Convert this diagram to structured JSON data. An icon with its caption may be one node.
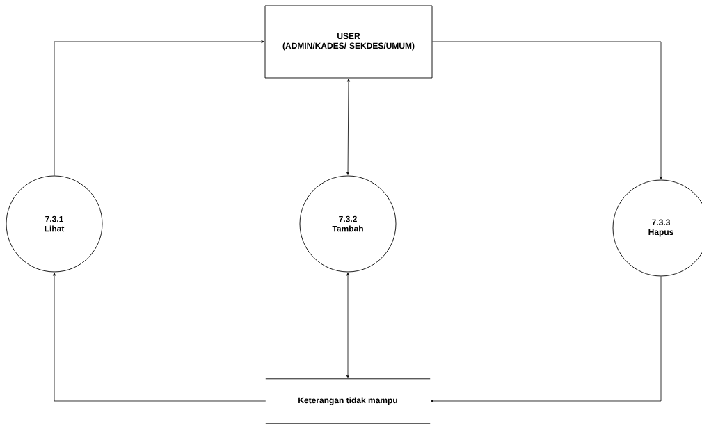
{
  "diagram": {
    "nodes": [
      {
        "text": [
          "USER",
          "(ADMIN/KADES/ SEKDES/UMUM)"
        ]
      },
      {
        "text": [
          "7.3.1",
          "Lihat"
        ]
      },
      {
        "text": [
          "7.3.2",
          "Tambah"
        ]
      },
      {
        "text": [
          "7.3.3",
          "Hapus"
        ]
      },
      {
        "text": [
          "Keterangan tidak mampu"
        ]
      }
    ],
    "edges": [
      {
        "from": 1,
        "to": 0,
        "arrow": "to"
      },
      {
        "from": 0,
        "to": 2,
        "arrow": "both"
      },
      {
        "from": 0,
        "to": 3,
        "arrow": "to"
      },
      {
        "from": 4,
        "to": 1,
        "arrow": "to"
      },
      {
        "from": 2,
        "to": 4,
        "arrow": "both"
      },
      {
        "from": 3,
        "to": 4,
        "arrow": "to"
      }
    ]
  }
}
